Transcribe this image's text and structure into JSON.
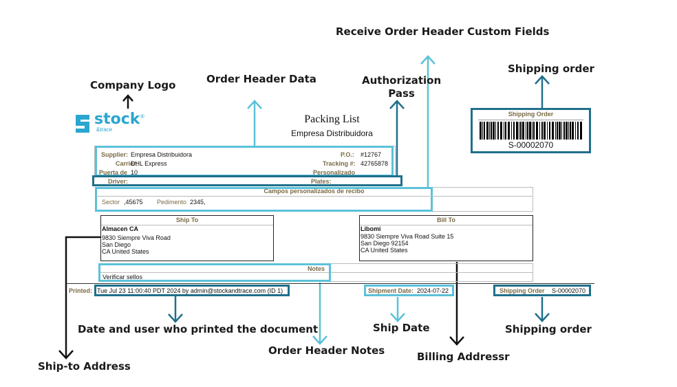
{
  "callouts": {
    "receive_custom_fields": "Receive Order Header Custom Fields",
    "shipping_order_top": "Shipping order",
    "company_logo": "Company Logo",
    "order_header_data": "Order Header Data",
    "authorization_pass": "Authorization\nPass",
    "date_user_printed": "Date and user who printed the document",
    "ship_date": "Ship Date",
    "shipping_order_bottom": "Shipping order",
    "order_header_notes": "Order Header Notes",
    "billing_address": "Billing Addressr",
    "ship_to_address": "Ship-to Address"
  },
  "logo": {
    "word": "stock",
    "registered": "®",
    "tagline": "&trace"
  },
  "document": {
    "title": "Packing List",
    "company": "Empresa Distribuidora"
  },
  "barcode": {
    "header": "Shipping Order",
    "value": "S-00002070"
  },
  "order_header": {
    "supplier_label": "Supplier:",
    "supplier": "Empresa Distribuidora",
    "carrier_label": "Carrier:",
    "carrier": "DHL Express",
    "dock_label": "Puerta de",
    "dock": "10",
    "po_label": "P.O.:",
    "po": "#12767",
    "tracking_label": "Tracking #:",
    "tracking": "42765878",
    "custom_label": "Personalizado"
  },
  "authorization": {
    "driver_label": "Driver:",
    "plates_label": "Plates:"
  },
  "custom_fields": {
    "header": "Campos personalizados de recibo",
    "sector_label": "Sector",
    "sector": ",45675",
    "pedimento_label": "Pedimento",
    "pedimento": "2345,"
  },
  "ship_to": {
    "header": "Ship To",
    "name": "Almacen CA",
    "line1": "9830 Siempre Viva Road",
    "line2": "San Diego",
    "line3": "CA United States"
  },
  "bill_to": {
    "header": "Bill To",
    "name": "Libomi",
    "line1": "9830 Siempre Viva Road Suite 15",
    "line2": "San Diego 92154",
    "line3": "CA United States"
  },
  "notes": {
    "header": "Notes",
    "text": "Verificar sellos"
  },
  "footer": {
    "printed_label": "Printed:",
    "printed_value": "Tue Jul 23 11:00:40 PDT 2024 by admin@stockandtrace.com (ID 1)",
    "ship_date_label": "Shipment Date:",
    "ship_date_value": "2024-07-22",
    "shipping_order_label": "Shipping Order",
    "shipping_order_value": "S-00002070"
  },
  "colors": {
    "dark_teal": "#1f6f8b",
    "light_teal": "#5bc1d9",
    "label_brown": "#7a6a45",
    "logo_blue": "#2aa6d0"
  }
}
